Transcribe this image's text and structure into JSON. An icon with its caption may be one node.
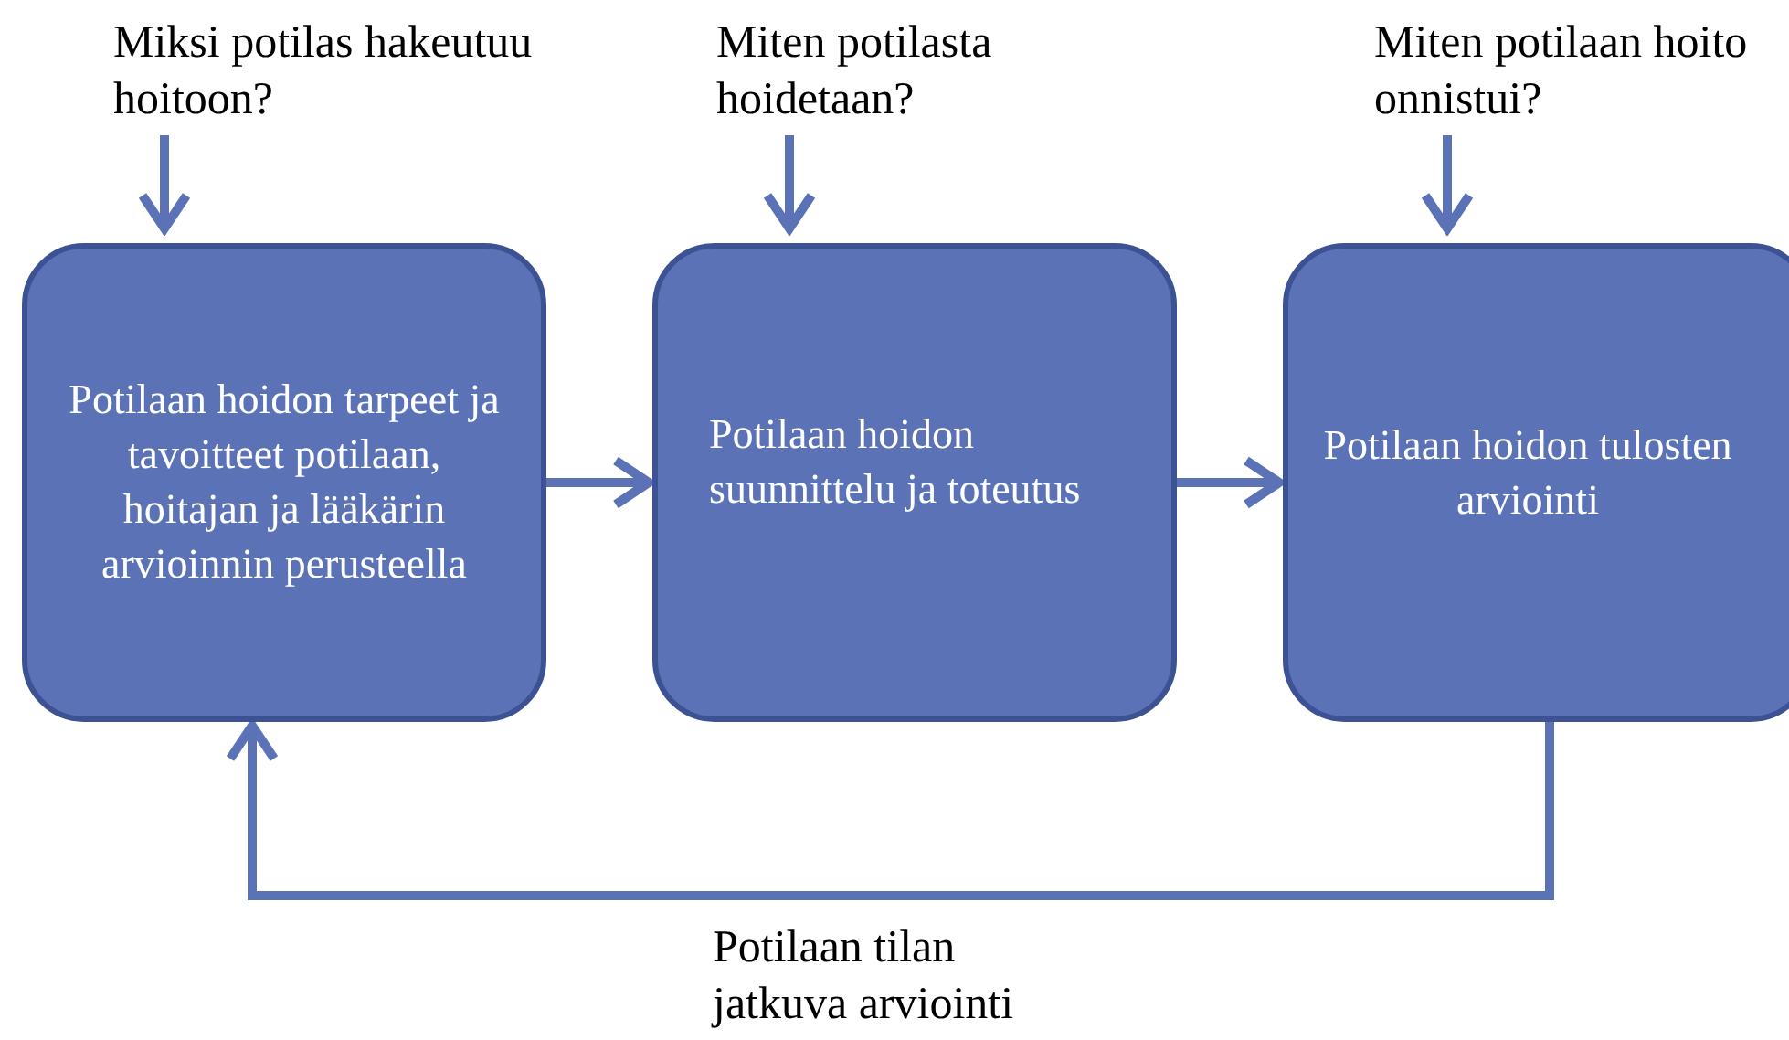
{
  "diagram": {
    "nodes": [
      {
        "text": [
          "Miksi potilas hakeutuu hoitoon?"
        ]
      },
      {
        "text": [
          "Miten potilasta hoidetaan?"
        ]
      },
      {
        "text": [
          "Miten potilaan hoito onnistui?"
        ]
      },
      {
        "text": [
          "Potilaan hoidon tarpeet ja tavoitteet potilaan, hoitajan ja lääkärin arvioinnin perusteella"
        ]
      },
      {
        "text": [
          "Potilaan hoidon suunnittelu ja toteutus"
        ]
      },
      {
        "text": [
          "Potilaan hoidon tulosten arviointi"
        ]
      }
    ],
    "edges": [
      {
        "from": 0,
        "to": 3,
        "arrow": "to"
      },
      {
        "from": 1,
        "to": 4,
        "arrow": "to"
      },
      {
        "from": 2,
        "to": 5,
        "arrow": "to"
      },
      {
        "from": 3,
        "to": 4,
        "arrow": "to"
      },
      {
        "from": 4,
        "to": 5,
        "arrow": "to"
      },
      {
        "from": 5,
        "to": 3,
        "arrow": "to",
        "label": "Potilaan tilan jatkuva arviointi"
      }
    ]
  }
}
